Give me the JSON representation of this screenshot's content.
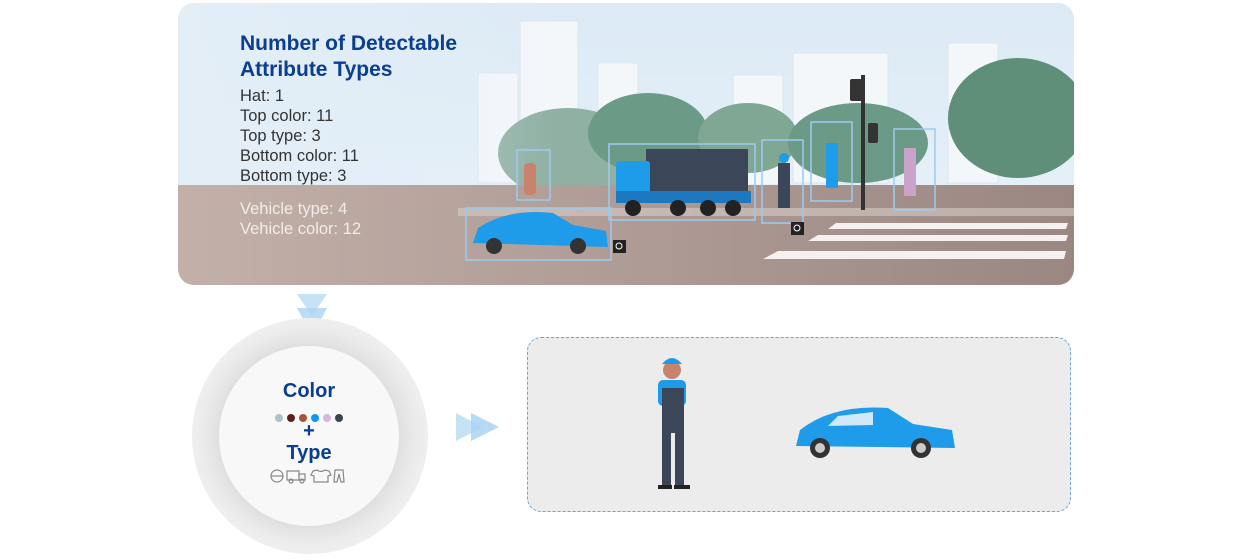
{
  "info": {
    "title": "Number of Detectable Attribute Types",
    "person_attributes": [
      "Hat: 1",
      "Top color: 11",
      "Top type: 3",
      "Bottom color: 11",
      "Bottom type: 3"
    ],
    "vehicle_attributes": [
      "Vehicle type: 4",
      "Vehicle color: 12"
    ]
  },
  "circle": {
    "color_label": "Color",
    "plus": "+",
    "type_label": "Type",
    "swatches": [
      "#a9c3c9",
      "#5e1f1a",
      "#a8513b",
      "#0b9af2",
      "#d8b6d9",
      "#3c4454"
    ],
    "type_icons": [
      "hat-icon",
      "truck-icon",
      "shirt-icon",
      "pants-icon"
    ]
  },
  "colors": {
    "accent": "#0b3d91",
    "vehicle": "#1e9be9",
    "box": "#9ccbf0"
  }
}
